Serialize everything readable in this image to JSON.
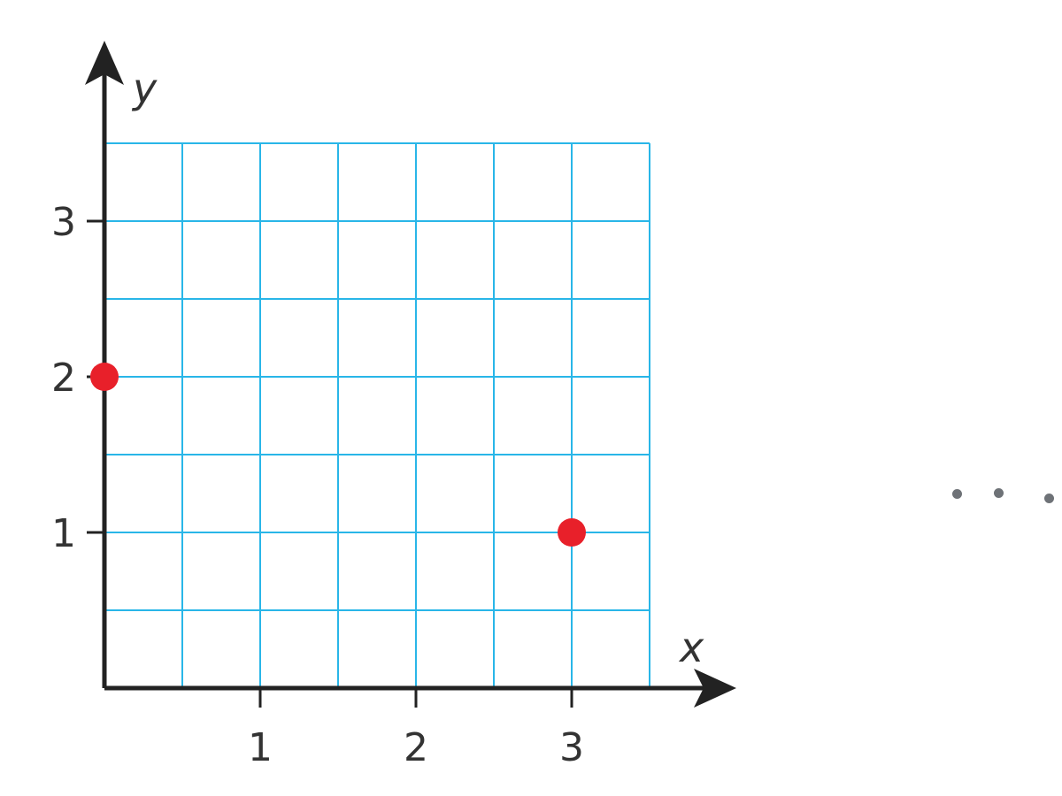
{
  "chart_data": {
    "type": "scatter",
    "title": "",
    "xlabel": "x",
    "ylabel": "y",
    "xlim": [
      0,
      3.5
    ],
    "ylim": [
      0,
      3.5
    ],
    "grid": true,
    "grid_step": 0.5,
    "x_ticks": [
      "1",
      "2",
      "3"
    ],
    "y_ticks": [
      "1",
      "2",
      "3"
    ],
    "series": [
      {
        "points": [
          {
            "x": 0,
            "y": 2
          },
          {
            "x": 3,
            "y": 1
          }
        ]
      }
    ],
    "colors": {
      "grid": "#29b6e8",
      "axis": "#222222",
      "point": "#e8202a"
    }
  },
  "overflow_menu": {
    "icon": "ellipsis-icon",
    "color": "#6e7277"
  }
}
